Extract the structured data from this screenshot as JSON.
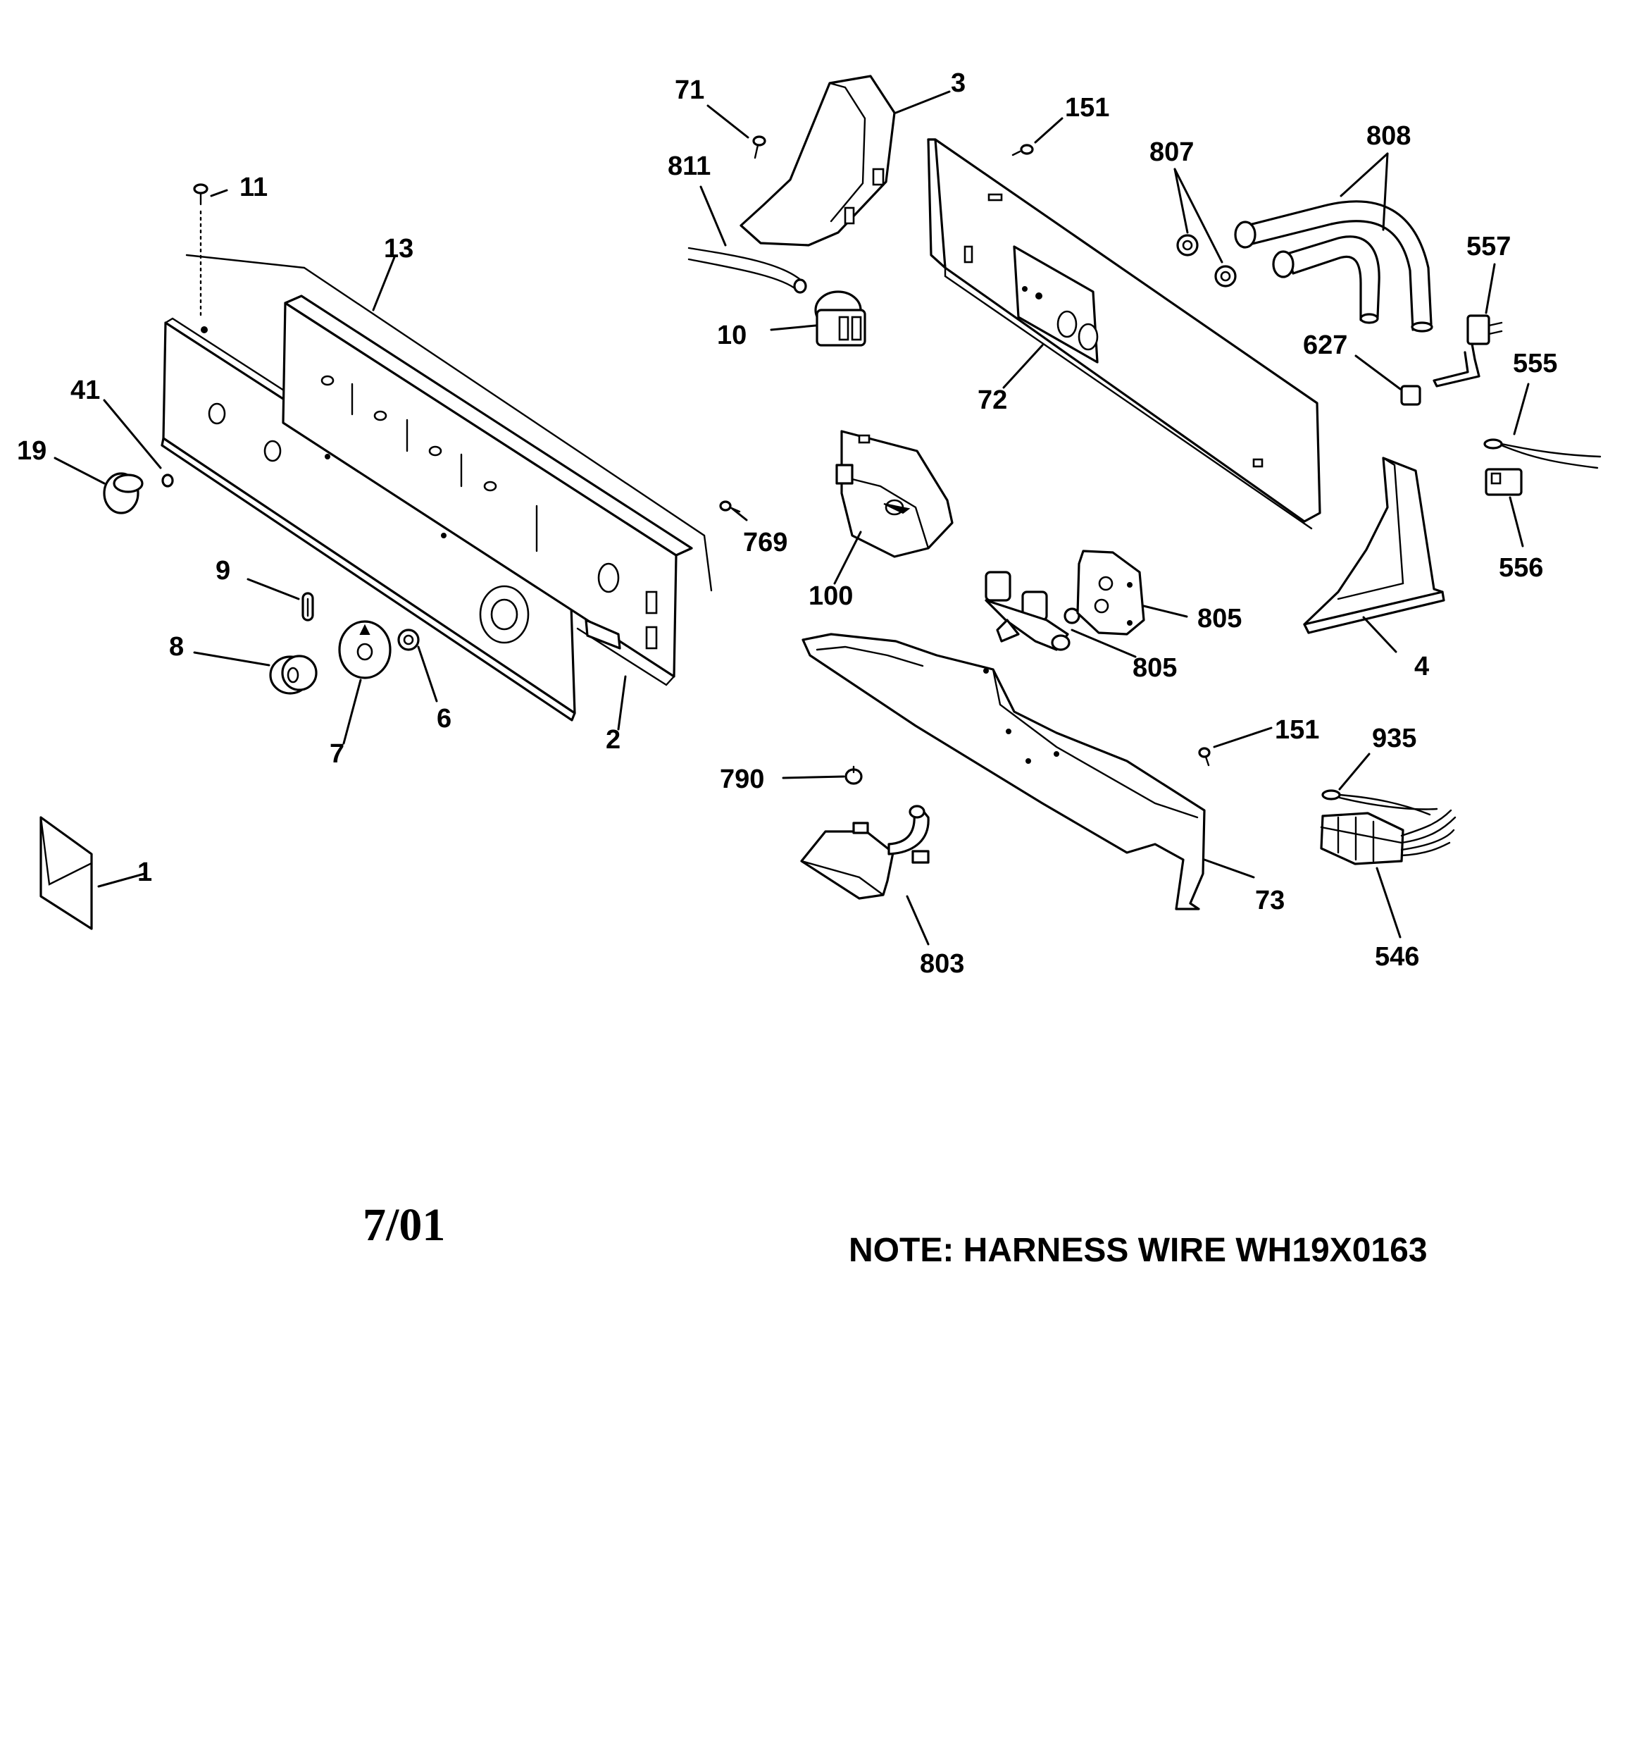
{
  "callouts": {
    "c71": "71",
    "c3": "3",
    "c151a": "151",
    "c807": "807",
    "c808": "808",
    "c811": "811",
    "c11": "11",
    "c13": "13",
    "c557": "557",
    "c10": "10",
    "c627": "627",
    "c72": "72",
    "c41": "41",
    "c555": "555",
    "c19": "19",
    "c769": "769",
    "c100": "100",
    "c556": "556",
    "c9": "9",
    "c805a": "805",
    "c805b": "805",
    "c4": "4",
    "c8": "8",
    "c6": "6",
    "c7": "7",
    "c2": "2",
    "c151b": "151",
    "c935": "935",
    "c790": "790",
    "c1": "1",
    "c73": "73",
    "c546": "546",
    "c803": "803"
  },
  "footer": {
    "date": "7/01",
    "note": "NOTE: HARNESS WIRE WH19X0163"
  }
}
